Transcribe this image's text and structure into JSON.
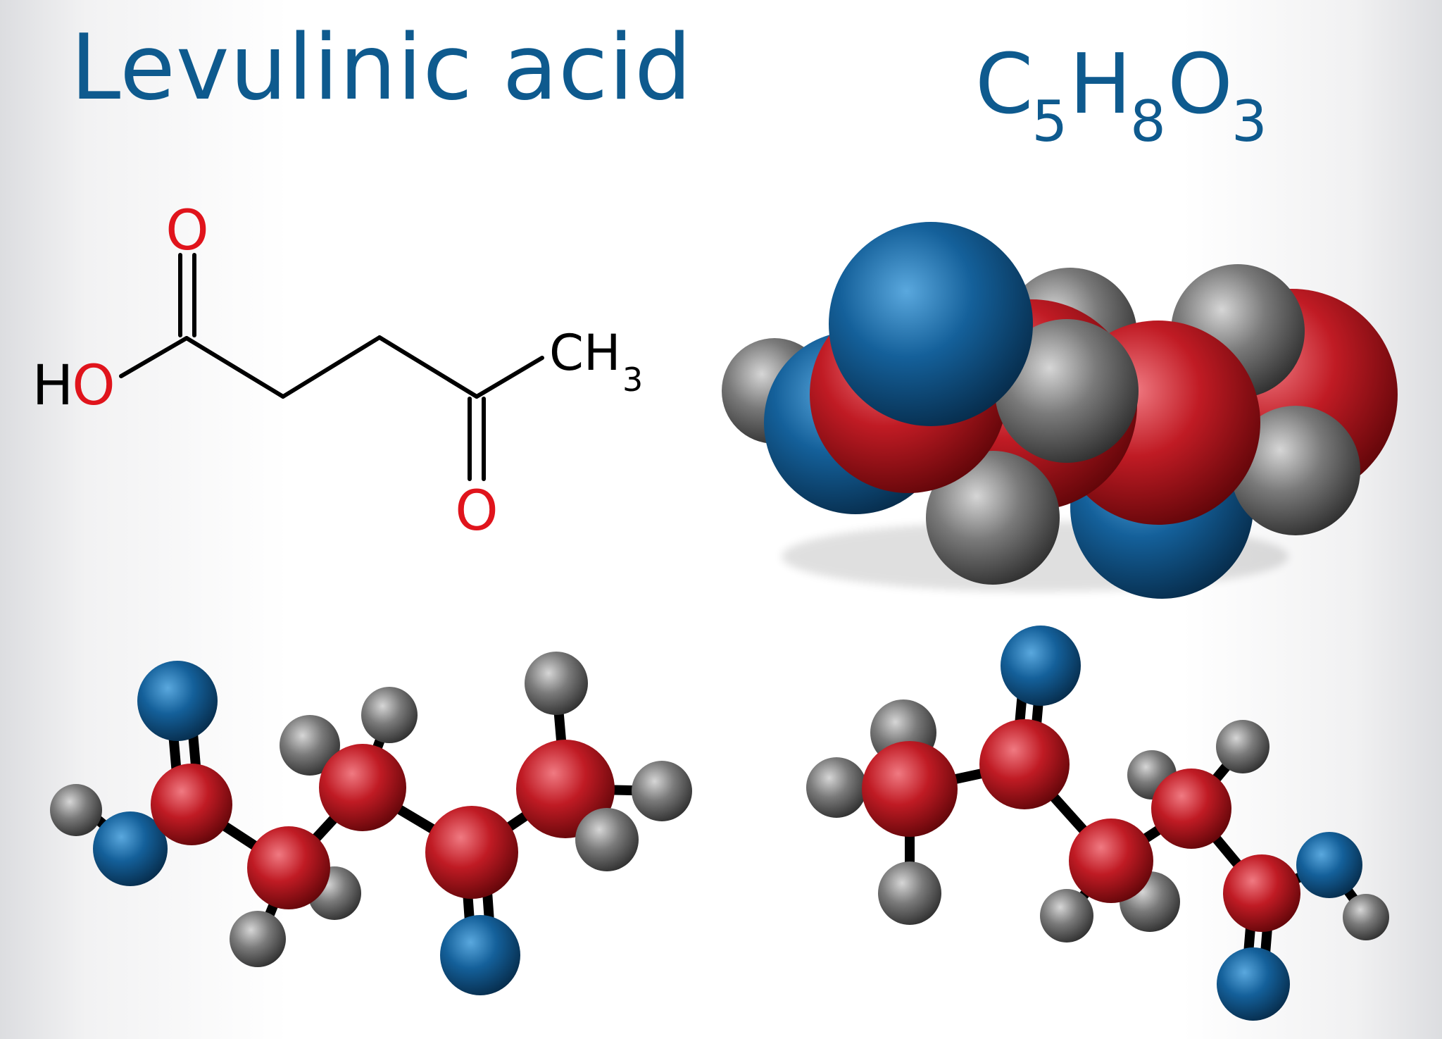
{
  "title": "Levulinic acid",
  "formula": {
    "parts": [
      {
        "symbol": "C",
        "count": "5"
      },
      {
        "symbol": "H",
        "count": "8"
      },
      {
        "symbol": "O",
        "count": "3"
      }
    ]
  },
  "skeletal": {
    "carbonyl_o_top": "O",
    "hydroxyl_h": "H",
    "hydroxyl_o": "O",
    "carbonyl_o_bottom": "O",
    "methyl_c": "CH",
    "methyl_sub": "3"
  },
  "colors": {
    "title": "#0e5a8e",
    "oxygen_label": "#e0141c",
    "bond": "#000000",
    "atom_carbon": "#b0121c",
    "atom_oxygen": "#0f5a92",
    "atom_hydrogen": "#6b6b6b"
  }
}
